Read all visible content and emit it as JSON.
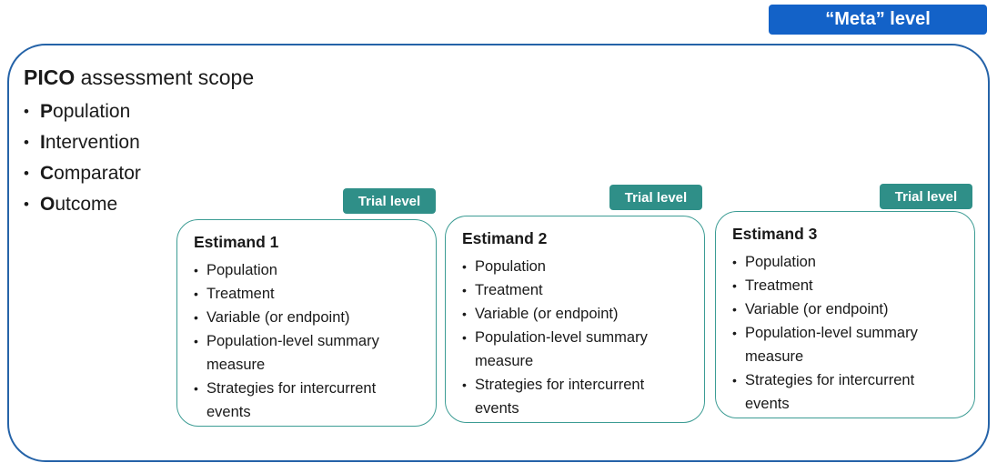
{
  "bullet_char": "•",
  "meta_badge": {
    "label": "“Meta” level"
  },
  "trial_badge_label": "Trial level",
  "pico": {
    "title": {
      "bold": "PICO",
      "rest": " assessment scope"
    },
    "items": [
      {
        "bold": "P",
        "rest": "opulation"
      },
      {
        "bold": "I",
        "rest": "ntervention"
      },
      {
        "bold": "C",
        "rest": "omparator"
      },
      {
        "bold": "O",
        "rest": "utcome"
      }
    ]
  },
  "estimands": [
    {
      "title": "Estimand 1",
      "items": [
        "Population",
        "Treatment",
        "Variable (or endpoint)",
        "Population-level summary measure",
        "Strategies for intercurrent events"
      ]
    },
    {
      "title": "Estimand 2",
      "items": [
        "Population",
        "Treatment",
        "Variable (or endpoint)",
        "Population-level summary measure",
        "Strategies for intercurrent events"
      ]
    },
    {
      "title": "Estimand 3",
      "items": [
        "Population",
        "Treatment",
        "Variable (or endpoint)",
        "Population-level summary measure",
        "Strategies for intercurrent events"
      ]
    }
  ],
  "colors": {
    "meta_blue": "#1362C8",
    "outer_border": "#2563A8",
    "teal_badge": "#2F8F88",
    "estimand_border": "#3C9C94",
    "text": "#1A1A1A"
  }
}
